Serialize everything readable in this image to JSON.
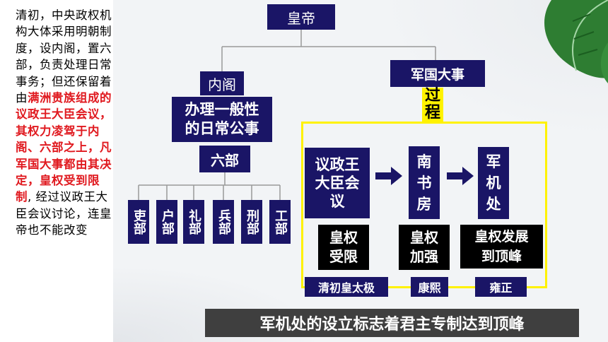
{
  "left_text": {
    "part1": "清初，中央政权机构大体采用明朝制度，设内阁，置六部，负责处理日常事务；但还保留着由",
    "part2_red": "满洲贵族组成的议政王大臣会议，其权力凌驾于内阁、六部之上，凡军国大事都由其决定，皇权受到限制",
    "part3": ", 经过议政王大臣会议讨论，连皇帝也不能改变"
  },
  "diagram": {
    "emperor": "皇帝",
    "cabinet_label": "内阁",
    "cabinet_desc_line1": "办理一般性",
    "cabinet_desc_line2": "的日常公事",
    "six_ministries": "六部",
    "departments": [
      "吏部",
      "户部",
      "礼部",
      "兵部",
      "刑部",
      "工部"
    ],
    "military_affairs": "军国大事",
    "process_line1": "过",
    "process_line2": "程",
    "stage1_line1": "议政王",
    "stage1_line2": "大臣会",
    "stage1_line3": "议",
    "stage2_line1": "南",
    "stage2_line2": "书",
    "stage2_line3": "房",
    "stage3_line1": "军",
    "stage3_line2": "机",
    "stage3_line3": "处",
    "status1_line1": "皇权",
    "status1_line2": "受限",
    "status2_line1": "皇权",
    "status2_line2": "加强",
    "status3_line1": "皇权发展",
    "status3_line2": "到顶峰",
    "ruler1": "清初皇太极",
    "ruler2": "康熙",
    "ruler3": "雍正"
  },
  "banner": "军机处的设立标志着君主专制达到顶峰",
  "colors": {
    "box_navy": "#1a1566",
    "highlight_red": "#e0191f",
    "frame_yellow": "#fff200",
    "banner_gray": "#3f3f3f"
  }
}
